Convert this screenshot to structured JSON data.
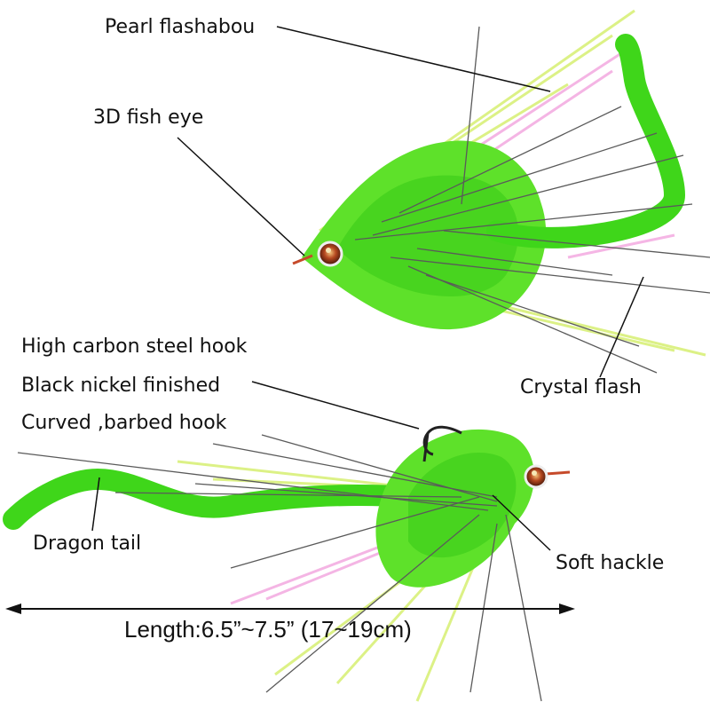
{
  "labels": {
    "pearl_flashabou": "Pearl flashabou",
    "fish_eye": "3D fish eye",
    "hook_line1": "High carbon steel hook",
    "hook_line2": "Black nickel finished",
    "hook_line3": "Curved ,barbed hook",
    "crystal_flash": "Crystal flash",
    "dragon_tail": "Dragon tail",
    "soft_hackle": "Soft hackle",
    "length": "Length:6.5”~7.5” (17~19cm)"
  },
  "colors": {
    "chenille_green": "#3fd61a",
    "marabou_green": "#5ee12a",
    "flash_yellow": "#d9f07a",
    "flash_pink": "#f3a9e0",
    "crystal_dark": "#5a5a5a",
    "eye_red": "#b4471f",
    "hook_black": "#222222",
    "text": "#111111"
  }
}
